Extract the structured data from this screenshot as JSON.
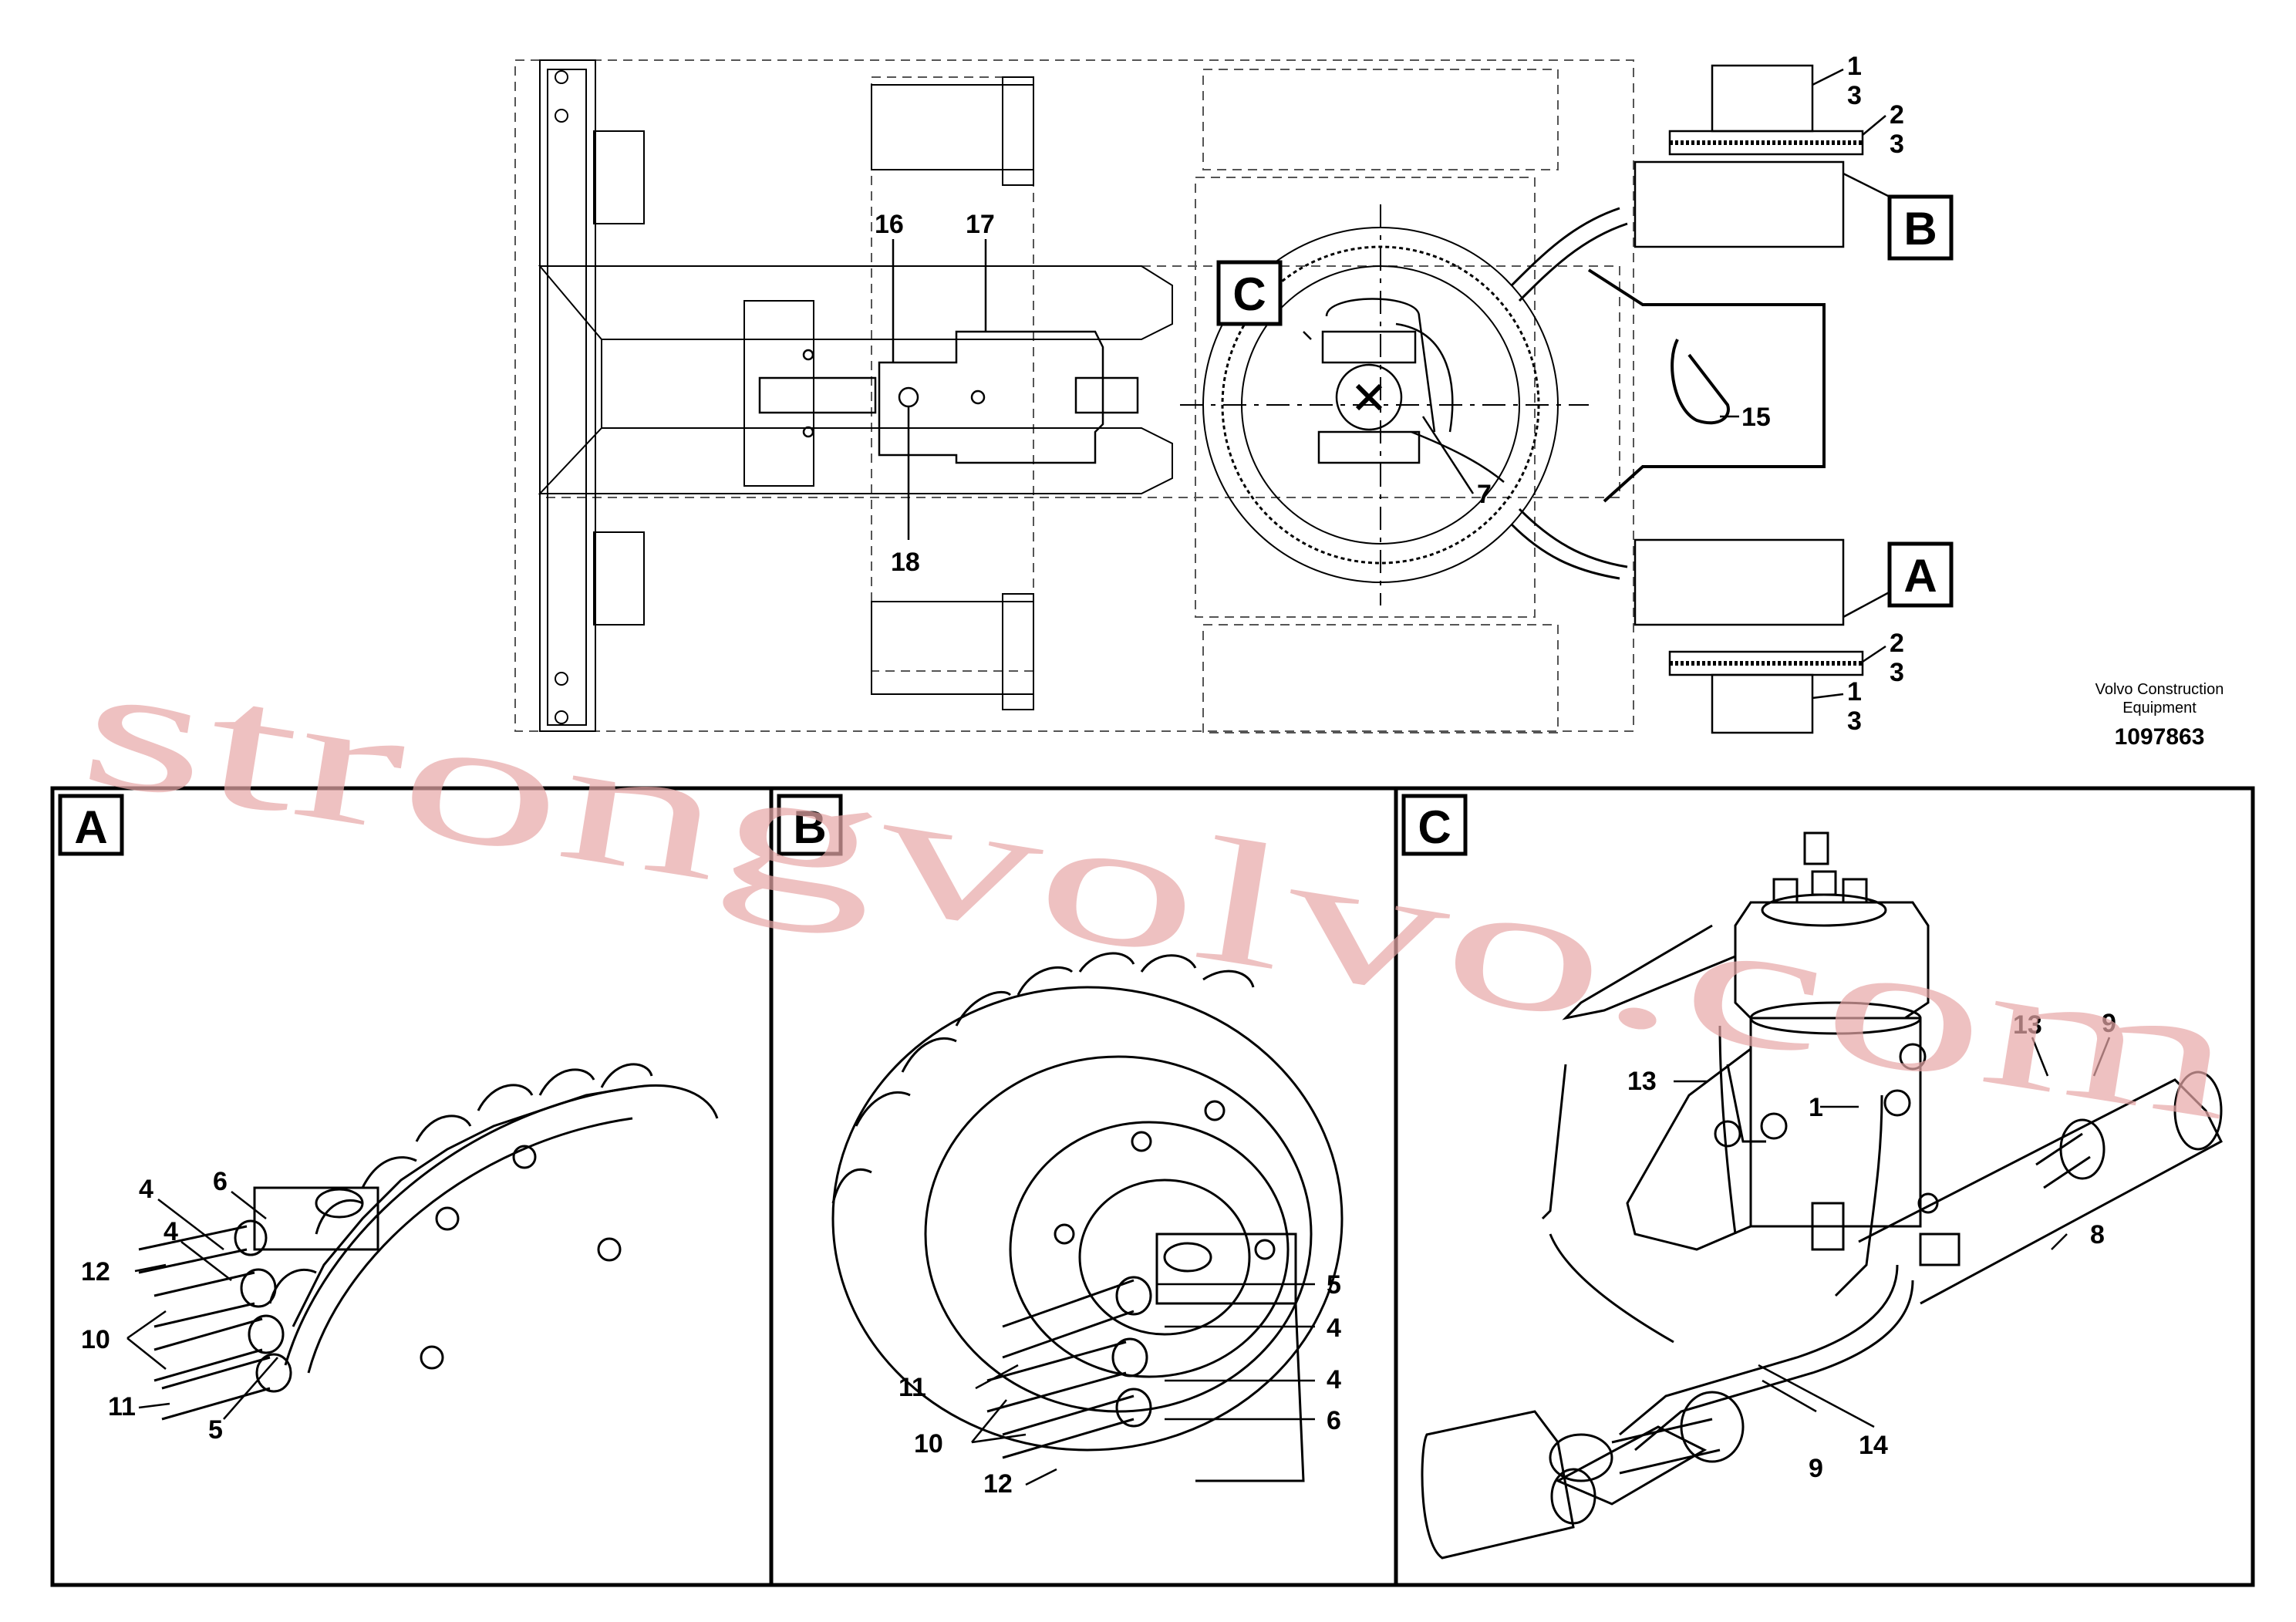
{
  "drawing": {
    "brand_line1": "Volvo Construction",
    "brand_line2": "Equipment",
    "doc_number": "1097863"
  },
  "watermark": "strongvolvo.com",
  "overview": {
    "callouts": {
      "c1a": "1",
      "c3a": "3",
      "c2a": "2",
      "c3b": "3",
      "c2b": "2",
      "c3c": "3",
      "c1b": "1",
      "c3d": "3",
      "c15": "15",
      "c16": "16",
      "c17": "17",
      "c18": "18",
      "c7": "7"
    },
    "detail_markers": {
      "a": "A",
      "b": "B",
      "c": "C"
    }
  },
  "detail_a": {
    "letter": "A",
    "callouts": {
      "c4a": "4",
      "c6": "6",
      "c4b": "4",
      "c12": "12",
      "c10": "10",
      "c11": "11",
      "c5": "5"
    }
  },
  "detail_b": {
    "letter": "B",
    "callouts": {
      "c5": "5",
      "c4a": "4",
      "c4b": "4",
      "c6": "6",
      "c11": "11",
      "c10": "10",
      "c12": "12"
    }
  },
  "detail_c": {
    "letter": "C",
    "callouts": {
      "c13a": "13",
      "c9a": "9",
      "c13b": "13",
      "c1": "1",
      "c8": "8",
      "c14": "14",
      "c9b": "9"
    }
  }
}
